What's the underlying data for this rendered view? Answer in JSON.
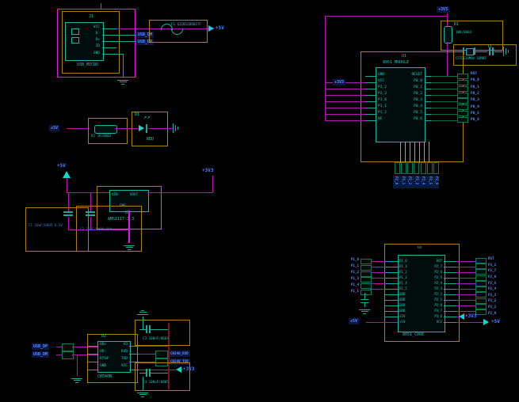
{
  "colors": {
    "wire": "#b513b5",
    "bright_wire": "#e616e6",
    "component_box": "#a8820a",
    "symbol": "#19b6a6",
    "net_text": "#5a8cff",
    "net_bg": "#0a1742",
    "header_green": "#0e7a55",
    "red_wire": "#7e1418",
    "background": "#000000"
  },
  "usb": {
    "ref": "J1",
    "name": "USB_MICRO",
    "pins": [
      "VCC",
      "D-",
      "D+",
      "ID",
      "GND"
    ],
    "labels": {
      "dm": "USB_DM",
      "dp": "USB_DP"
    }
  },
  "ferrite": {
    "ref_value": "F1 GZ2012D601TF",
    "power": "+5V"
  },
  "pullup": {
    "power": "+3V3",
    "ref": "R1",
    "value": "10K/0603"
  },
  "resonator": {
    "ref": "Y1",
    "value": "CSTCE16M0V 16MHZ"
  },
  "module": {
    "ref": "U1",
    "name": "8051_MODULE",
    "power": "+3V3",
    "left_pins": [
      "GND",
      "VCC",
      "P3_2",
      "P3_3",
      "P1_0",
      "P1_1",
      "P1_2",
      "NC"
    ],
    "right_pins": [
      "RESET",
      "P0_0",
      "P0_1",
      "P0_2",
      "P0_3",
      "P0_4",
      "P0_5",
      "P0_6"
    ],
    "right_labels": [
      "RST",
      "P0_0",
      "P0_1",
      "P0_2",
      "P0_3",
      "P0_4",
      "P0_5",
      "P0_6"
    ],
    "bottom_labels": [
      "P2_0",
      "P2_1",
      "P2_2",
      "P2_3",
      "P2_4",
      "P2_5",
      "P2_6"
    ]
  },
  "led": {
    "power": "+5V",
    "res": "R2 1K/0603",
    "ref": "D1",
    "color_name": "RED"
  },
  "regulator": {
    "in_power": "+5V",
    "out_power": "+3V3",
    "pin_in": "VIN",
    "pin_out": "VOUT",
    "pin_gnd": "GND",
    "ref": "U3",
    "name": "AMS1117-3.3",
    "cap1": "C1 10uF/0805 6.3V",
    "cap2": "C2 10uF/0805 16V"
  },
  "usbserial": {
    "ref": "U2",
    "name": "CH340N",
    "left_pins": [
      "UD+",
      "UD-",
      "RTS#",
      "GND"
    ],
    "right_pins": [
      "V3",
      "RXD",
      "TXD",
      "VCC"
    ],
    "labels": {
      "dp": "USB_DP",
      "dm": "USB_DM",
      "rxd": "CH340_RXD",
      "txd": "CH340_TXD",
      "v33": "+3V3"
    },
    "cap_top": "C3 100nF/0603",
    "cap_bot": "C4 100uF/0805"
  },
  "mcu": {
    "ref": "U4",
    "name": "8051_CORE",
    "power": "+5V",
    "power_right": "+5V",
    "v33": "+3V3",
    "left_pins": [
      "P1_0",
      "P1_1",
      "P1_2",
      "P1_3",
      "P1_4",
      "P1_5",
      "GND",
      "GND",
      "GND",
      "GND",
      "+5V",
      "+5V"
    ],
    "right_pins": [
      "RST",
      "P2_7",
      "P2_6",
      "P2_5",
      "P2_4",
      "P2_3",
      "P2_2",
      "P2_1",
      "P2_0",
      "P3_7",
      "P3_6",
      "VCC"
    ],
    "left_labels": [
      "P1_0",
      "P1_1",
      "P1_2",
      "P1_3",
      "P1_4",
      "P1_5"
    ],
    "right_labels": [
      "RST",
      "P3_1",
      "P2_7",
      "P2_6",
      "P2_5",
      "P2_4",
      "P2_3",
      "P2_2",
      "P2_1",
      "P2_0"
    ]
  }
}
